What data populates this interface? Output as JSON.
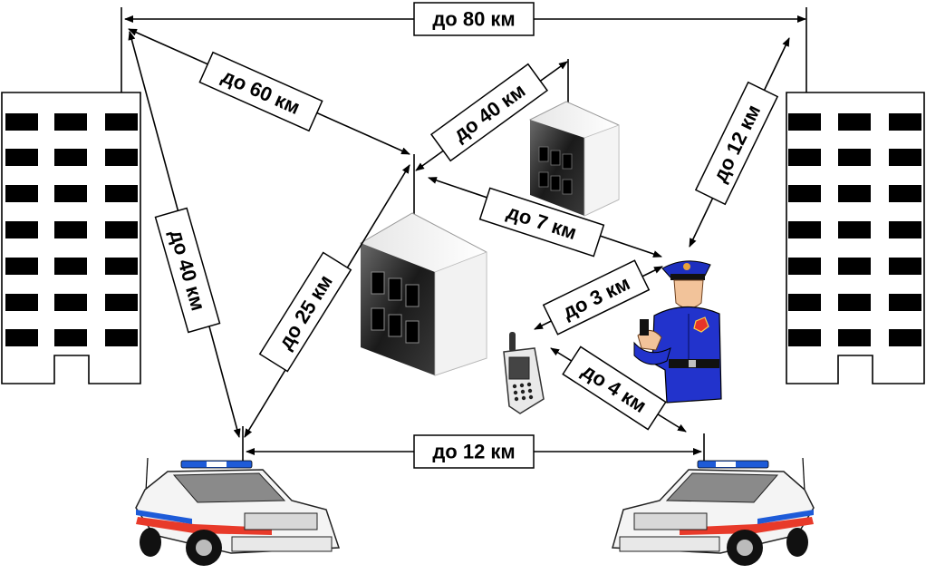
{
  "labels": {
    "top": "до 80 км",
    "left_diag": "до 60 км",
    "server_link": "до 40 км",
    "right_tower": "до 12 км",
    "mid_link": "до 7 км",
    "left_vertical": "до 40 км",
    "car_link": "до 25 км",
    "officer_phone": "до 3 км",
    "phone_car": "до 4 км",
    "bottom": "до 12 км"
  },
  "icons": {
    "left_building": "office-building-icon",
    "right_building": "office-building-icon",
    "main_server": "server-cabinet-icon",
    "small_server": "server-cabinet-icon",
    "officer": "police-officer-icon",
    "phone": "mobile-radio-icon",
    "car_left": "police-car-icon",
    "car_right": "police-car-icon"
  },
  "colors": {
    "uniform": "#2233cc",
    "car_stripe": "#e83a2a",
    "car_light": "#1e5bd8"
  }
}
